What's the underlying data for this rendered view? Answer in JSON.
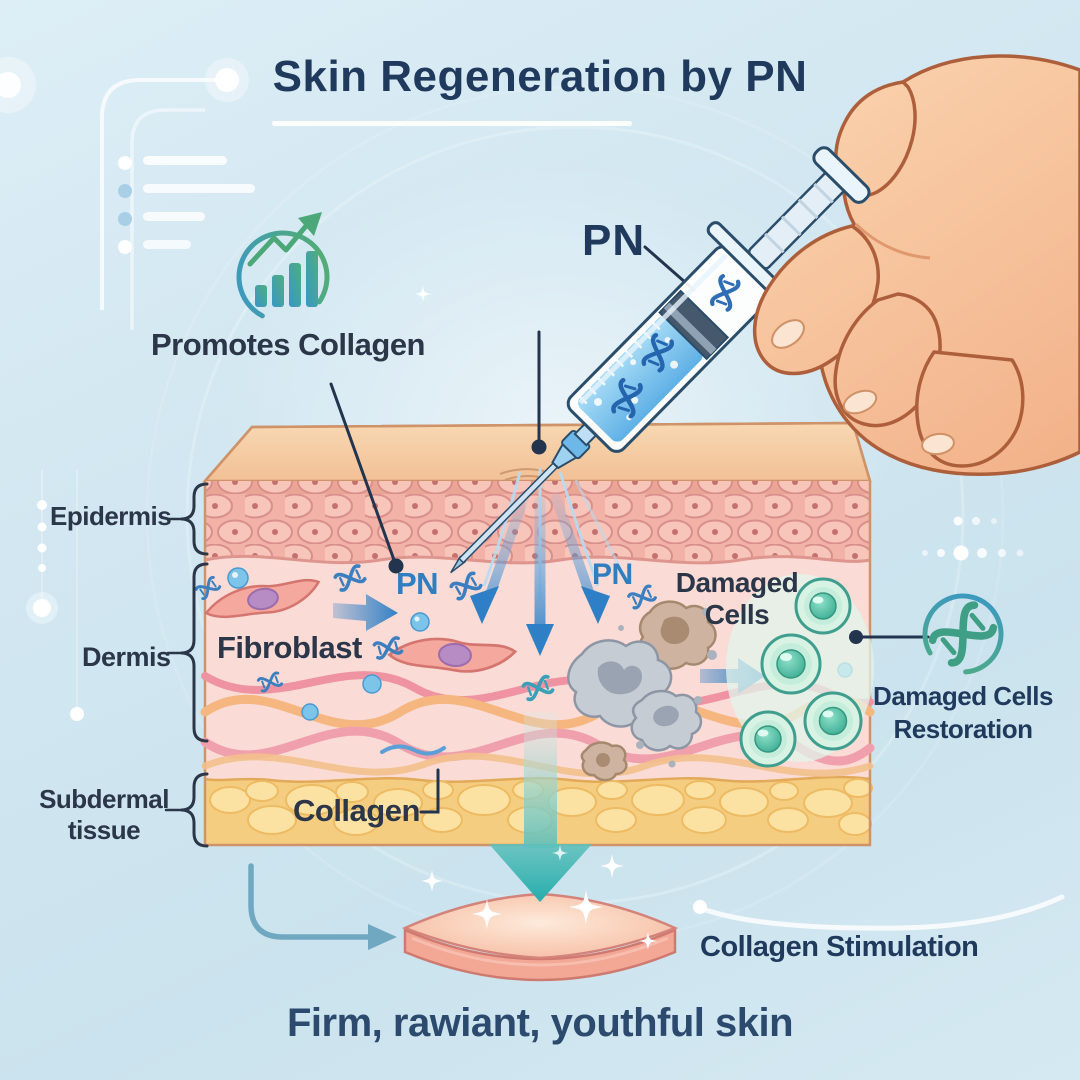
{
  "title": "Skin Regeneration by PN",
  "tagline": "Firm, rawiant, youthful skin",
  "callouts": {
    "promotes_collagen": "Promotes Collagen",
    "pn_syringe": "PN",
    "pn_dermis": "PN",
    "pn_right": "PN",
    "fibroblast": "Fibroblast",
    "damaged_cells_line1": "Damaged",
    "damaged_cells_line2": "Cells",
    "restoration_line1": "Damaged Cells",
    "restoration_line2": "Restoration",
    "collagen": "Collagen",
    "collagen_stimulation": "Collagen Stimulation"
  },
  "skin_layers": {
    "epidermis": "Epidermis",
    "dermis": "Dermis",
    "subdermal_line1": "Subdermal",
    "subdermal_line2": "tissue"
  },
  "icons": {
    "growth_chart": "growth-chart-icon",
    "dna_circle": "dna-restoration-icon",
    "dna_fragment": "dna-fragment-icon",
    "syringe": "syringe-icon",
    "hand": "hand-holding-syringe"
  },
  "colors": {
    "background": "#cfe6f0",
    "title_text": "#1f3a5c",
    "label_text": "#2b3648",
    "pn_blue": "#2d7fc1",
    "arrow_blue": "#2e7fc6",
    "teal_arrow": "#2ab2b2",
    "dermis_pink": "#fadbd6",
    "epidermis_pink": "#f2b2a8",
    "fat_yellow": "#f5cd80",
    "healthy_cell_green": "#58c4ac",
    "damaged_cell_gray": "#c6ccd4",
    "hand_skin": "#f8caa4"
  }
}
